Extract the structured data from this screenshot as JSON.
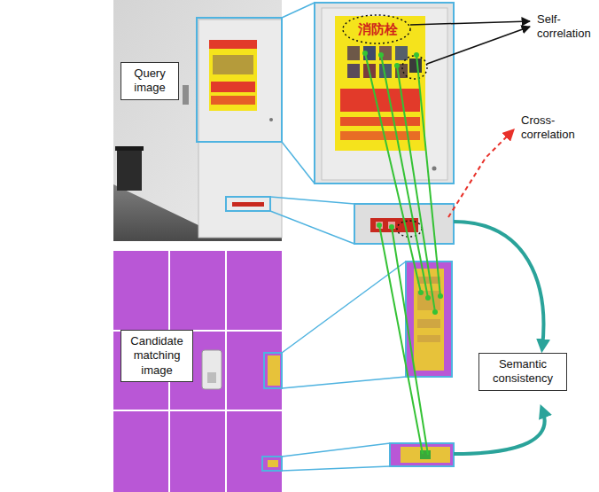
{
  "diagram": {
    "nodes": [
      {
        "text": [
          "Query image"
        ]
      },
      {
        "text": [
          "Candidate matching image"
        ]
      },
      {
        "text": [
          "Semantic consistency"
        ]
      }
    ],
    "labels": [
      "Self-correlation",
      "Cross-correlation",
      "消防栓"
    ]
  }
}
